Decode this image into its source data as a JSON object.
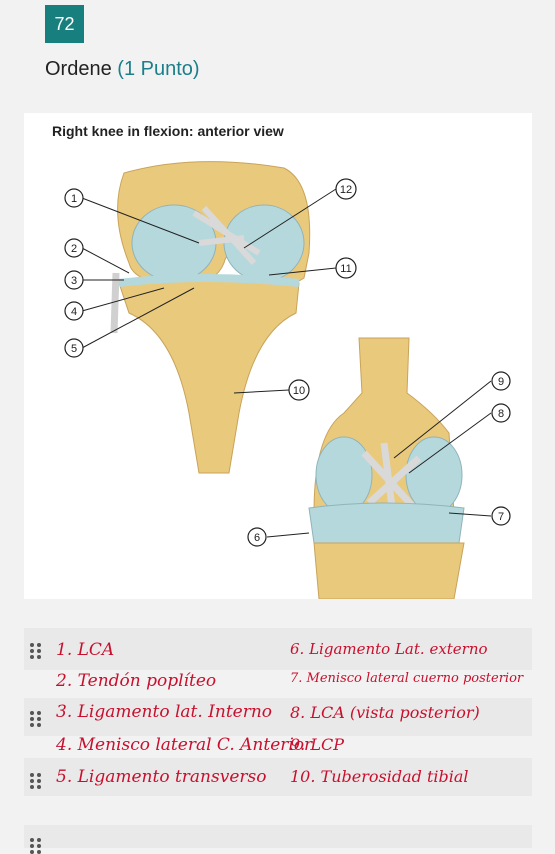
{
  "question": {
    "number": "72",
    "title": "Ordene",
    "points": "(1 Punto)"
  },
  "figure": {
    "caption": "Right knee in flexion: anterior view",
    "callouts": [
      "1",
      "2",
      "3",
      "4",
      "5",
      "10",
      "11",
      "12",
      "6",
      "7",
      "8",
      "9"
    ]
  },
  "answers": {
    "left": [
      "1. LCA",
      "2. Tendón poplíteo",
      "3. Ligamento lat. Interno",
      "4. Menisco lateral C. Anterior",
      "5. Ligamento transverso"
    ],
    "right": [
      "6. Ligamento Lat. externo",
      "7. Menisco lateral cuerno posterior",
      "8. LCA (vista posterior)",
      "9. LCP",
      "10. Tuberosidad tibial"
    ]
  },
  "colors": {
    "accent": "#17807e",
    "handwriting": "#c8102e"
  }
}
